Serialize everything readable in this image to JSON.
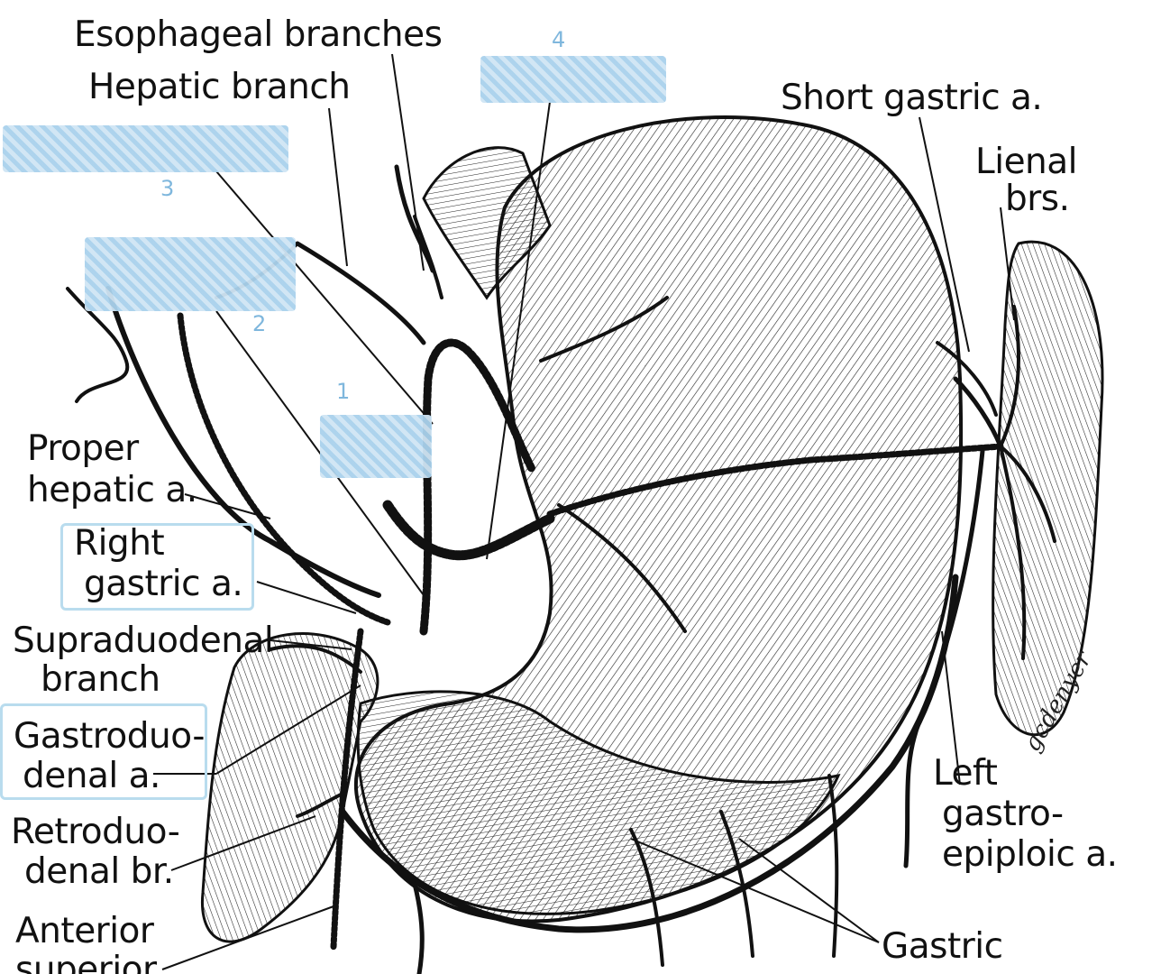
{
  "labels": {
    "esophageal": "Esophageal branches",
    "hepatic_branch": "Hepatic branch",
    "short_gastric": "Short gastric a.",
    "lienal_1": "Lienal",
    "lienal_2": "brs.",
    "proper_hepatic_1": "Proper",
    "proper_hepatic_2": "hepatic a.",
    "right_gastric_1": "Right",
    "right_gastric_2": "gastric a.",
    "supraduodenal_1": "Supraduodenal",
    "supraduodenal_2": "branch",
    "gastroduodenal_1": "Gastroduo-",
    "gastroduodenal_2": "denal a.",
    "retroduodenal_1": "Retroduo-",
    "retroduodenal_2": "denal br.",
    "anterior_superior_1": "Anterior",
    "anterior_superior_2": "superior",
    "left_gastroepiploic_1": "Left",
    "left_gastroepiploic_2": "gastro-",
    "left_gastroepiploic_3": "epiploic a.",
    "gastric_1": "Gastric"
  },
  "masked_numbers": {
    "n1": "1",
    "n2": "2",
    "n3": "3",
    "n4": "4"
  },
  "signature": "gcdenyer",
  "colors": {
    "ink": "#111111",
    "mask_light": "#cfe5f4",
    "mask_dark": "#a9d1ec",
    "highlight_border": "#b9dcee",
    "number_color": "#7fb7dd"
  }
}
